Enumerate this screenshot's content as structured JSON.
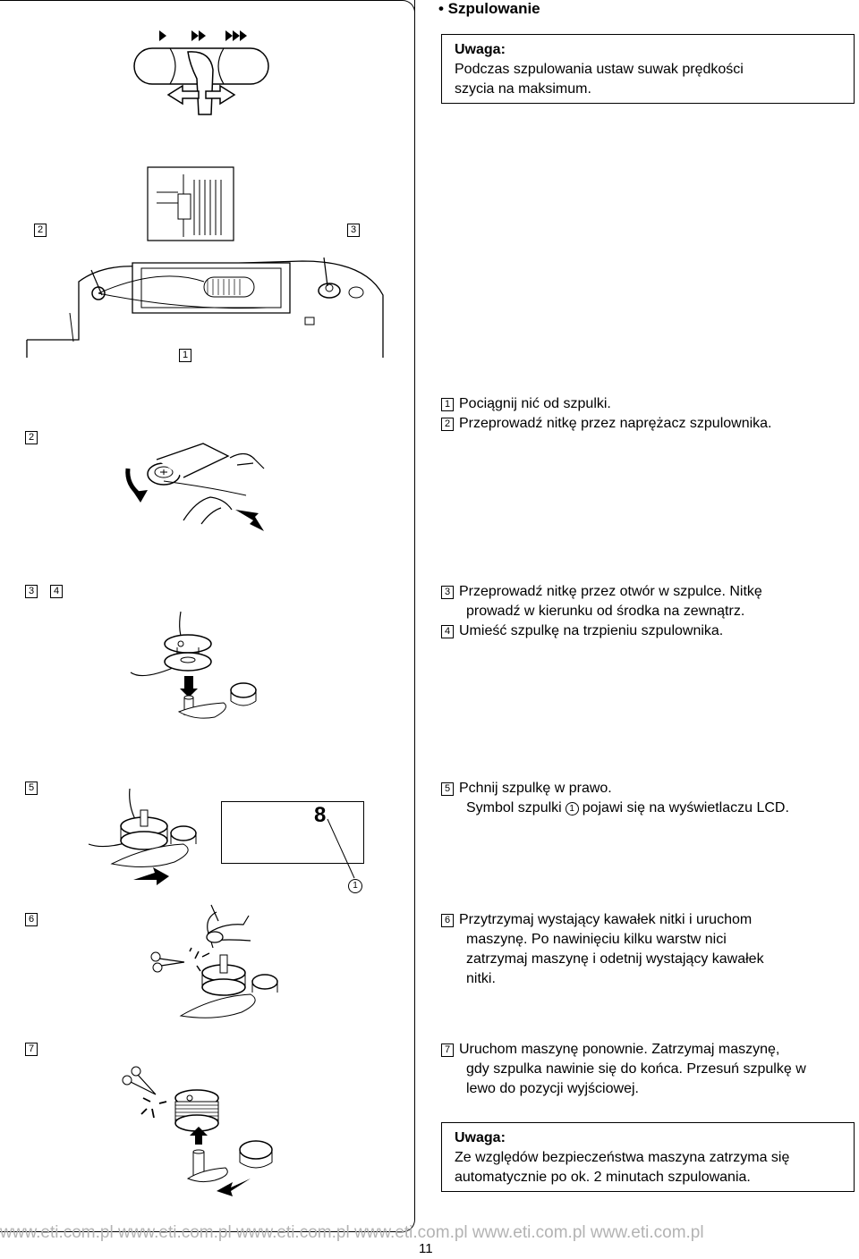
{
  "section_title": "• Szpulowanie",
  "note_top": {
    "title": "Uwaga:",
    "lines": [
      "Podczas szpulowania ustaw suwak prędkości",
      "szycia na maksimum."
    ]
  },
  "steps": [
    {
      "num": "1",
      "lines": [
        "Pociągnij nić od szpulki."
      ]
    },
    {
      "num": "2",
      "lines": [
        "Przeprowadź nitkę przez naprężacz szpulownika."
      ]
    },
    {
      "num": "3",
      "lines": [
        "Przeprowadź nitkę przez otwór w szpulce. Nitkę",
        "prowadź w kierunku od środka na zewnątrz."
      ]
    },
    {
      "num": "4",
      "lines": [
        "Umieść szpulkę na trzpieniu szpulownika."
      ]
    },
    {
      "num": "5",
      "lines": [
        "Pchnij szpulkę w prawo."
      ],
      "line2_pre": "Symbol szpulki",
      "line2_circ": "1",
      "line2_post": "pojawi się na wyświetlaczu LCD."
    },
    {
      "num": "6",
      "lines": [
        "Przytrzymaj wystający kawałek nitki i uruchom",
        "maszynę. Po nawinięciu kilku warstw nici",
        "zatrzymaj maszynę i odetnij wystający kawałek",
        "nitki."
      ]
    },
    {
      "num": "7",
      "lines": [
        "Uruchom maszynę ponownie. Zatrzymaj maszynę,",
        "gdy szpulka nawinie się do końca. Przesuń szpulkę w",
        "lewo do pozycji wyjściowej."
      ]
    }
  ],
  "note_bottom": {
    "title": "Uwaga:",
    "lines": [
      "Ze względów bezpieczeństwa maszyna zatrzyma się",
      "automatycznie po ok. 2 minutach szpulowania."
    ]
  },
  "figure_labels": {
    "fig1_label2": "2",
    "fig1_label3": "3",
    "fig1_label1": "1",
    "fig2_label": "2",
    "fig3_label3": "3",
    "fig3_label4": "4",
    "fig4_label": "5",
    "fig4_callout": "1",
    "lcd_symbol": "8",
    "fig5_label": "6",
    "fig6_label": "7"
  },
  "footer_text": "www.eti.com.pl  www.eti.com.pl  www.eti.com.pl  www.eti.com.pl www.eti.com.pl www.eti.com.pl",
  "page_number": "11"
}
